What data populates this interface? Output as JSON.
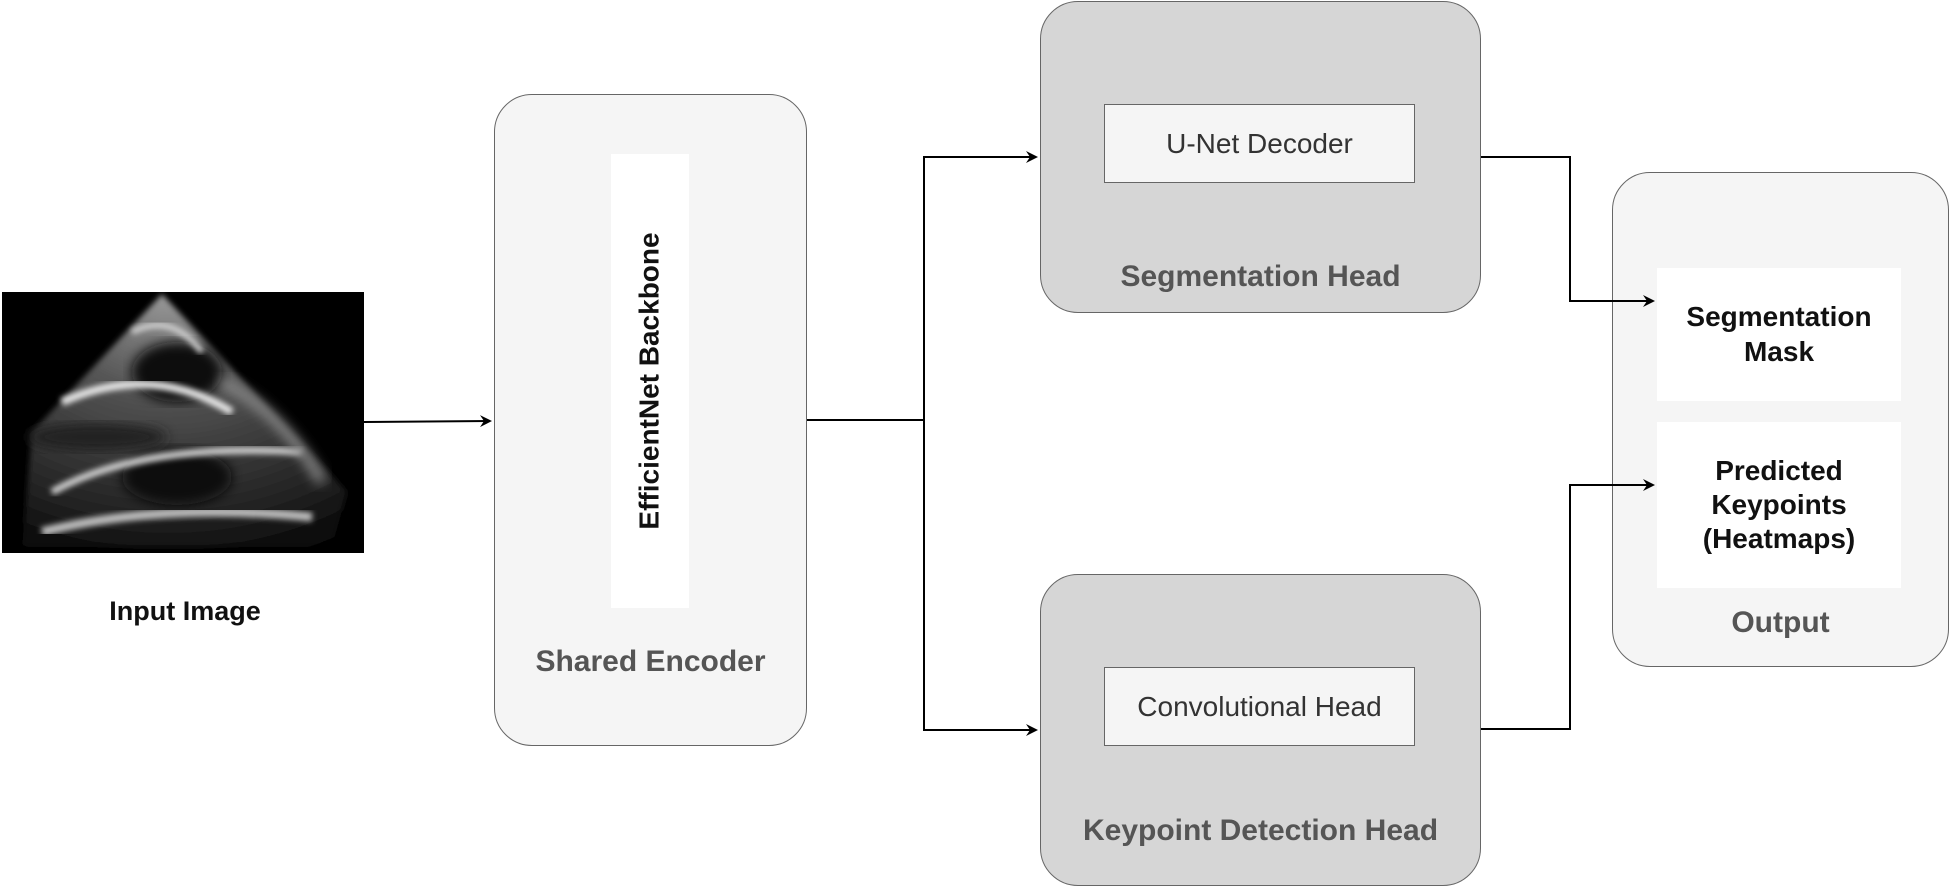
{
  "input": {
    "label": "Input Image"
  },
  "encoder": {
    "backbone_label": "EfficientNet Backbone",
    "caption": "Shared Encoder"
  },
  "segmentation_head": {
    "inner_label": "U-Net Decoder",
    "caption": "Segmentation Head"
  },
  "keypoint_head": {
    "inner_label": "Convolutional Head",
    "caption": "Keypoint Detection Head"
  },
  "output": {
    "mask_label": "Segmentation\nMask",
    "keypoints_label": "Predicted\nKeypoints\n(Heatmaps)",
    "caption": "Output"
  },
  "colors": {
    "light_fill": "#f5f5f5",
    "dark_fill": "#d6d6d6",
    "stroke": "#666666",
    "arrow": "#000000"
  }
}
